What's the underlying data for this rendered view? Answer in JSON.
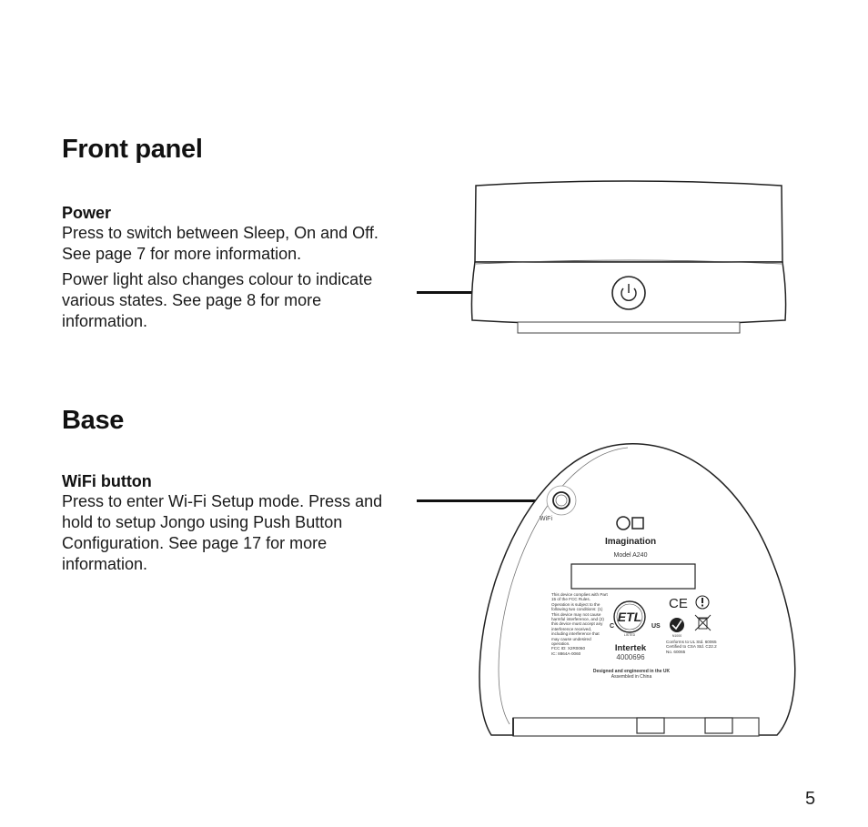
{
  "front_panel": {
    "heading": "Front panel",
    "power_label": "Power",
    "power_text_1": "Press to switch between Sleep, On and Off. See page 7 for more information.",
    "power_text_2": "Power light also changes colour to indicate various states. See page 8 for more information."
  },
  "base": {
    "heading": "Base",
    "wifi_label": "WiFi button",
    "wifi_text": "Press to enter Wi-Fi Setup mode. Press and hold to setup Jongo using Push Button Configuration. See page 17 for more information."
  },
  "base_label": {
    "wifi": "WiFi",
    "brand": "Imagination",
    "model": "Model A240",
    "fcc_text": "This device complies with Part 15 of the FCC Rules. Operation is subject to the following two conditions: (1) This device may not cause harmful interference, and (2) this device must accept any interference received, including interference that may cause undesired operation.",
    "fcc_id": "FCC ID: X2R0060",
    "ic_id": "IC: 8864A-0060",
    "etl_c": "C",
    "etl_us": "US",
    "etl_mark": "ETL",
    "etl_listed": "LISTED",
    "intertek": "Intertek",
    "intertek_number": "4000696",
    "ce_mark": "CE",
    "ctick_code": "N1000",
    "conforms": "Conforms to UL Std. 60065 Certified to CSA Std. C22.2 No. 60065",
    "designed": "Designed and engineered in the UK",
    "assembled": "Assembled in China"
  },
  "page_number": "5"
}
